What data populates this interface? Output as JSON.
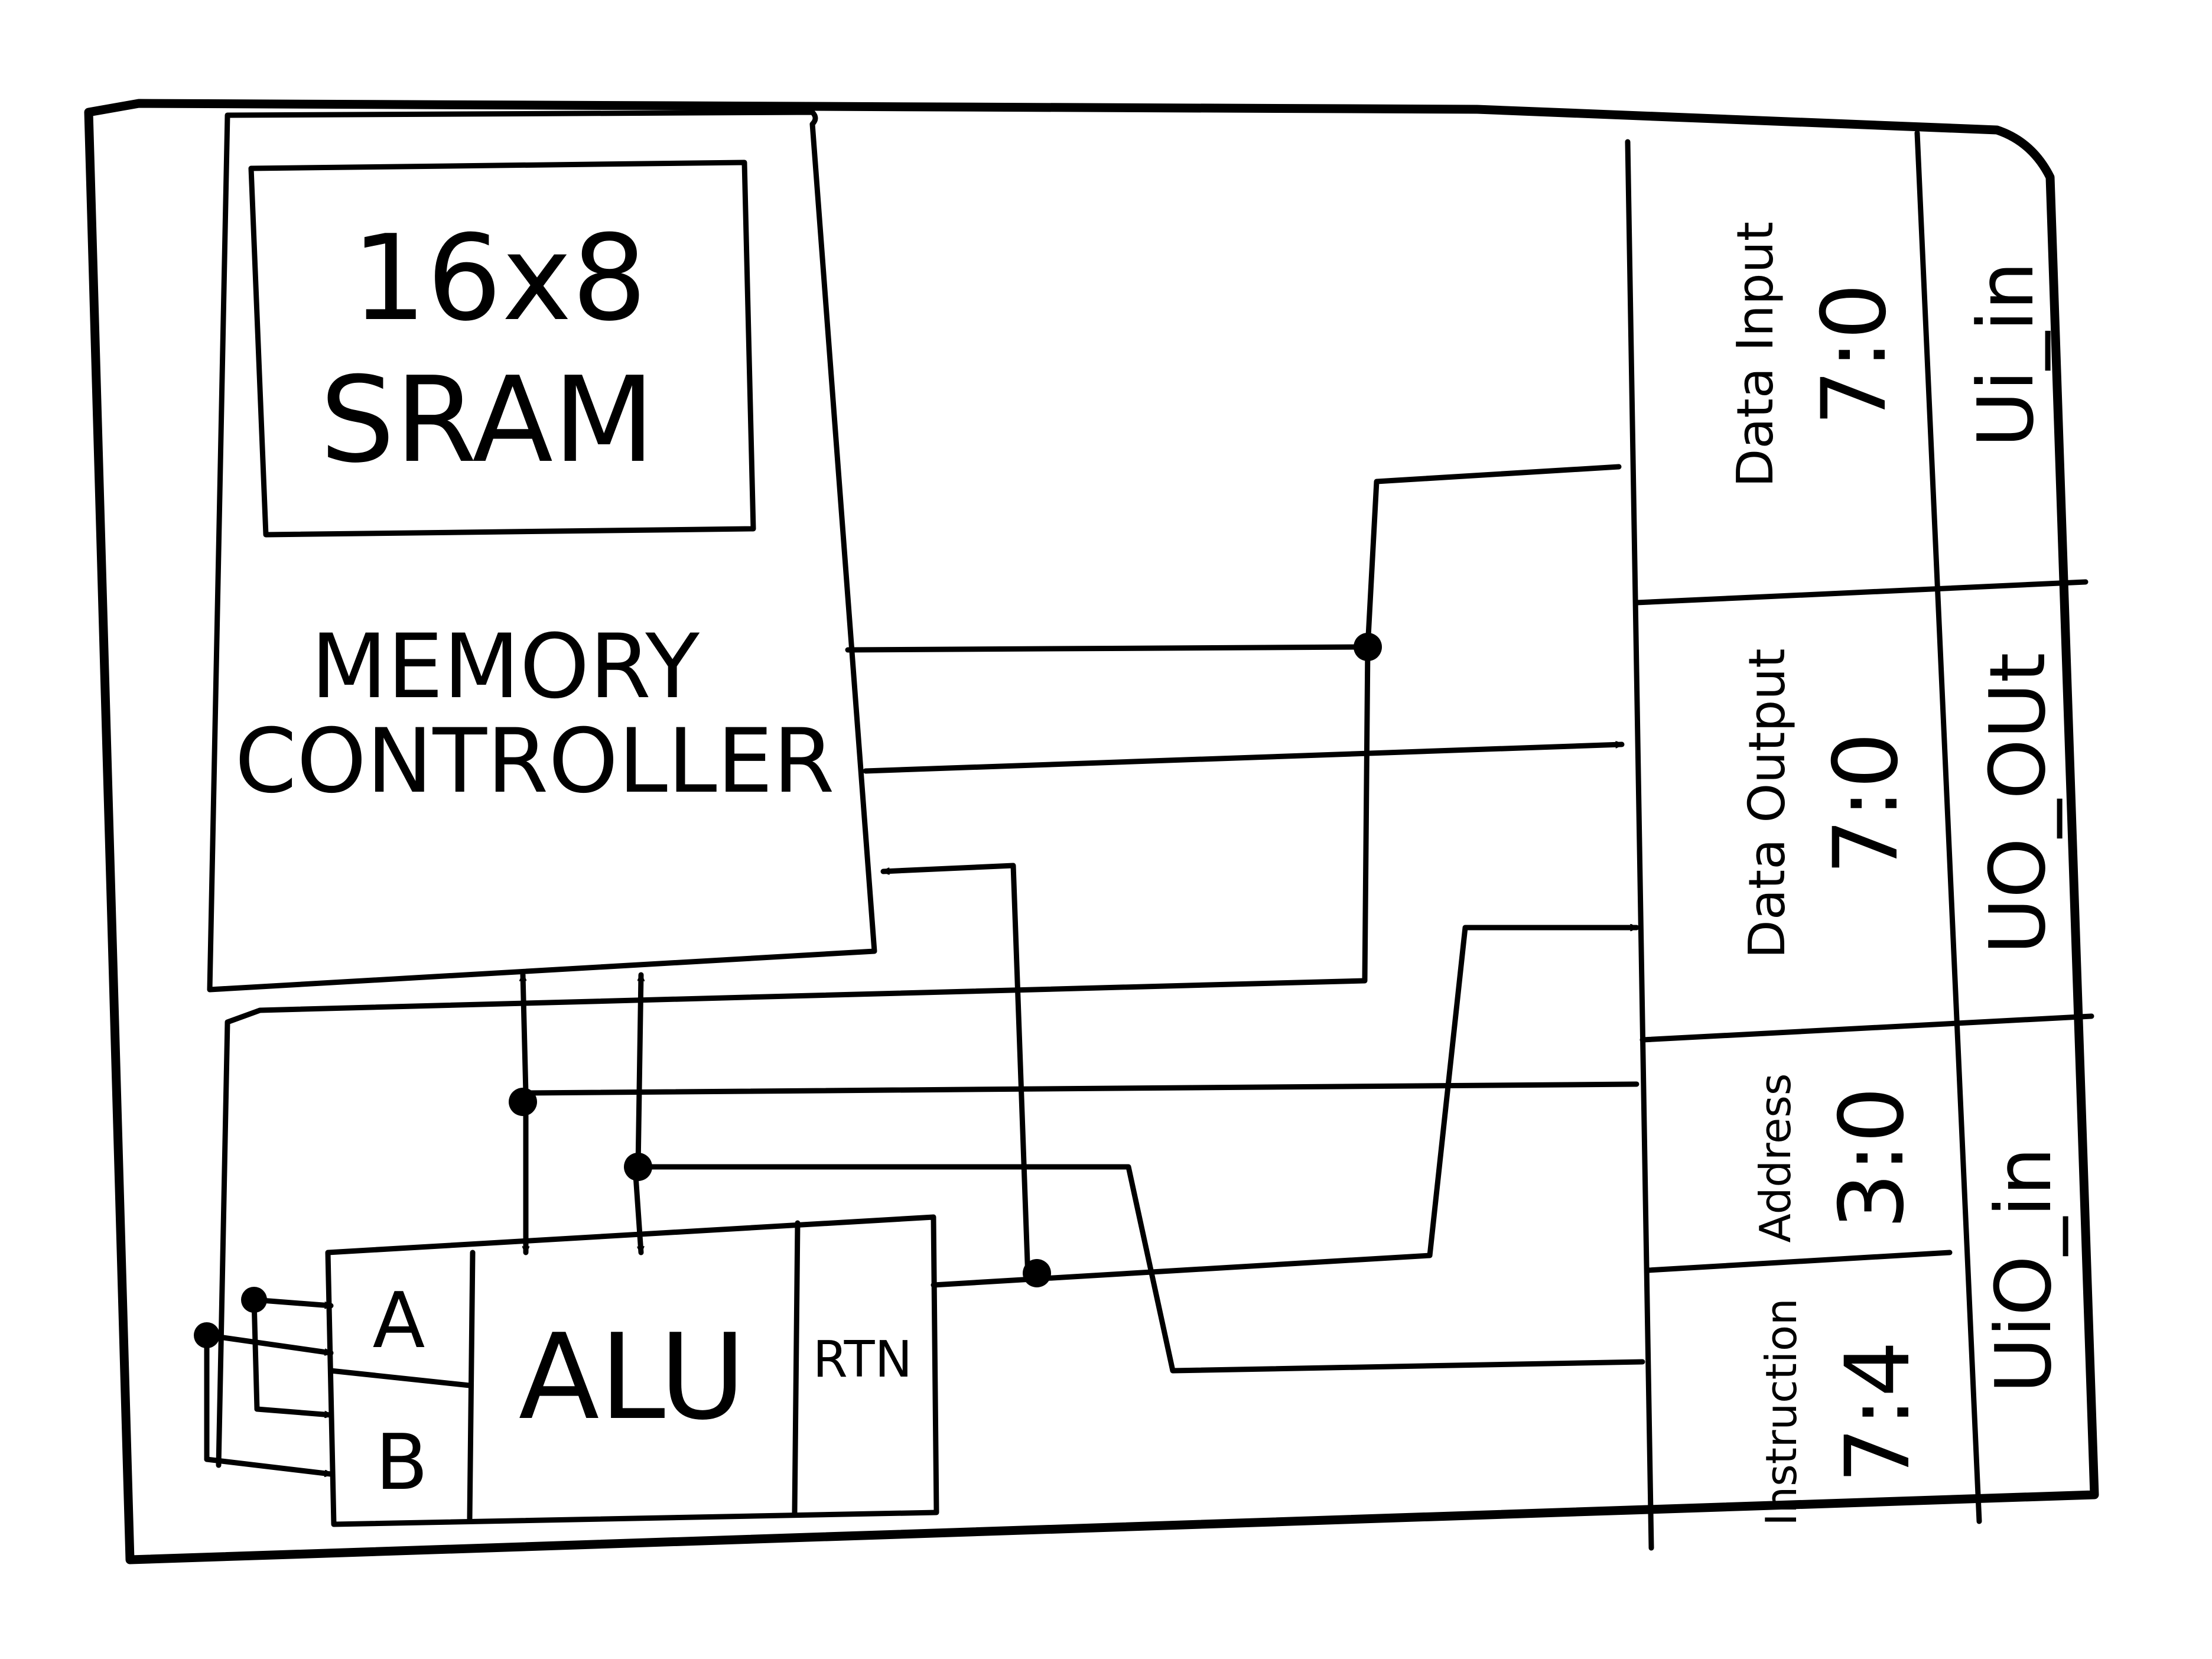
{
  "sram": {
    "line1": "16x8",
    "line2": "SRAM"
  },
  "memory_controller": {
    "line1": "MEMORY",
    "line2": "CONTROLLER"
  },
  "alu": {
    "label": "ALU",
    "input_a": "A",
    "input_b": "B",
    "rtn": "RTN"
  },
  "io_table": [
    {
      "signal": "Data Input",
      "bits": "7:0",
      "port": "Ui_in"
    },
    {
      "signal": "Data Output",
      "bits": "7:0",
      "port": "UO_OUt"
    },
    {
      "signal": "Address",
      "bits": "3:0",
      "port": ""
    },
    {
      "signal": "Instruction",
      "bits": "7:4",
      "port": ""
    }
  ],
  "io_bottom_port": "UiO_in"
}
